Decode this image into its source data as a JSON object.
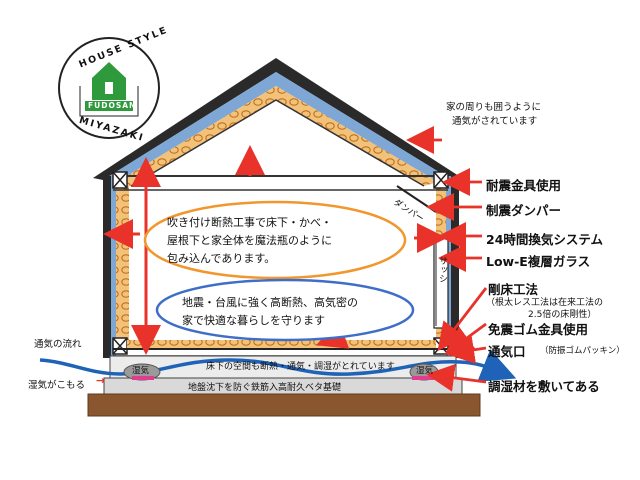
{
  "logo": {
    "top_text": "HOUSE STYLE",
    "bottom_text": "MIYAZAKI",
    "brand": "FUDOSAN",
    "brand_color": "#2e9a3c"
  },
  "labels": {
    "circulation_note": "家の周りも囲うように",
    "circulation_note2": "通気がされています",
    "seismic_hardware": "耐震金具使用",
    "damper": "制震ダンパー",
    "ventilation": "24時間換気システム",
    "glass": "Low-E複層ガラス",
    "rigid_floor": "剛床工法",
    "rigid_floor_note1": "（根太レス工法は在来工法の",
    "rigid_floor_note2": "2.5倍の床剛性）",
    "rubber_hardware": "免震ゴム金具使用",
    "vent_hole": "通気口",
    "vent_hole_sub": "（防振ゴムパッキン）",
    "moisture_material": "調湿材を敷いてある",
    "airflow": "通気の流れ",
    "moisture_trap": "湿気がこもる",
    "damper_tag": "ダンパー",
    "sash_tag": "サッシ",
    "humidity_left": "湿気",
    "humidity_right": "湿気",
    "underfloor": "床下の空間も断熱・通気・調湿がとれています",
    "foundation": "地盤沈下を防ぐ鉄筋入高耐久ベタ基礎"
  },
  "bubbles": {
    "orange_line1": "吹き付け断熱工事で床下・かべ・",
    "orange_line2": "屋根下と家全体を魔法瓶のように",
    "orange_line3": "包み込んであります。",
    "blue_line1": "地震・台風に強く高断熱、高気密の",
    "blue_line2": "家で快適な暮らしを守ります"
  },
  "colors": {
    "insulation": "#f3c27a",
    "insulation_dots": "#c0701a",
    "arrow_red": "#e8322a",
    "air_blue": "#1f63b8",
    "foundation": "#8a5630",
    "orange_bubble": "#f2962e",
    "blue_bubble": "#3f6ec8"
  }
}
